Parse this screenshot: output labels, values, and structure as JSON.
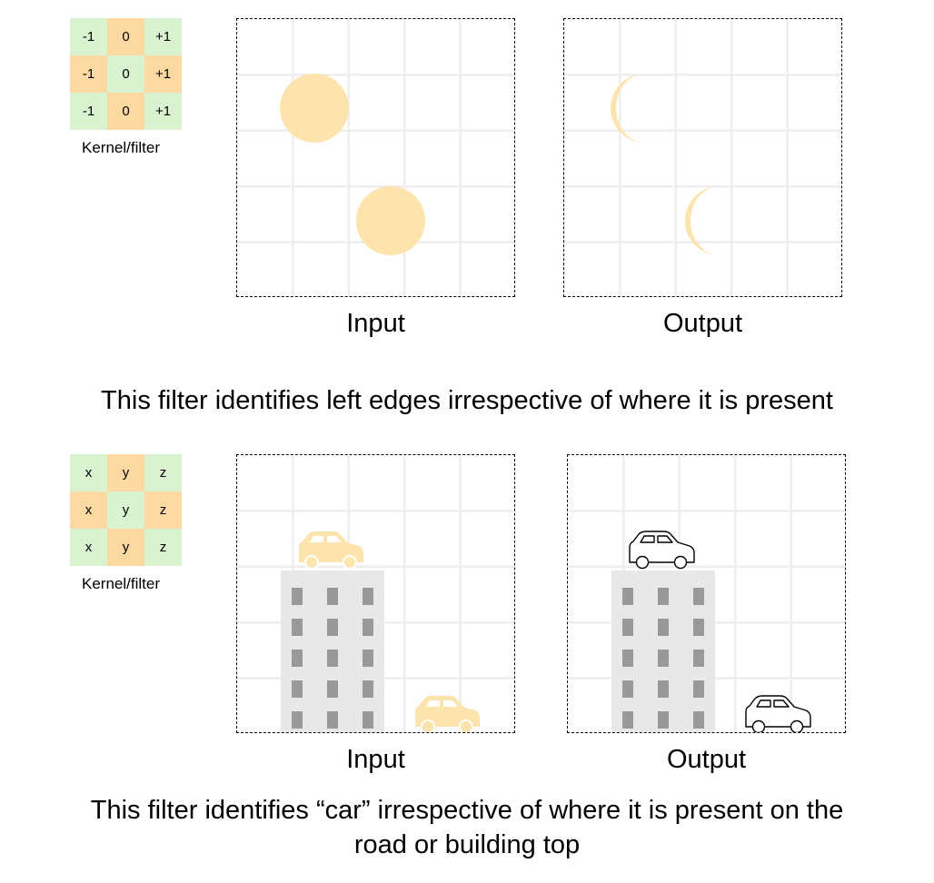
{
  "colors": {
    "kernel_green": "#d9f2d0",
    "kernel_orange": "#fdd9a2",
    "shape_fill": "#fde3ac",
    "grid": "#eeeeee",
    "building": "#e8e8e8",
    "window": "#999999"
  },
  "section1": {
    "kernel": {
      "cells": [
        [
          "-1",
          "0",
          "+1"
        ],
        [
          "-1",
          "0",
          "+1"
        ],
        [
          "-1",
          "0",
          "+1"
        ]
      ],
      "caption": "Kernel/filter"
    },
    "input_label": "Input",
    "output_label": "Output",
    "caption": "This filter identifies left edges irrespective of where it is present"
  },
  "section2": {
    "kernel": {
      "cells": [
        [
          "x",
          "y",
          "z"
        ],
        [
          "x",
          "y",
          "z"
        ],
        [
          "x",
          "y",
          "z"
        ]
      ],
      "caption": "Kernel/filter"
    },
    "input_label": "Input",
    "output_label": "Output",
    "caption_line1": "This filter identifies “car” irrespective of where it is present on the",
    "caption_line2": "road or building top"
  }
}
